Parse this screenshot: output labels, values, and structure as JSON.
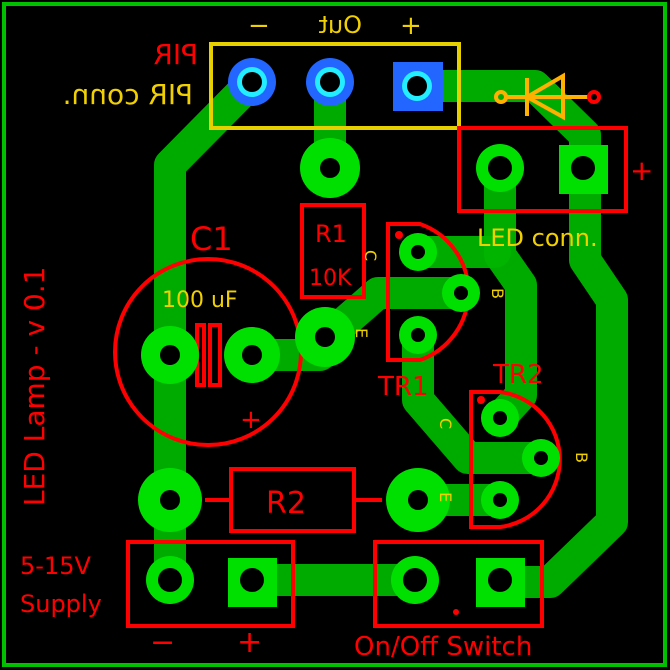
{
  "board": {
    "title": "LED Lamp - v 0.1",
    "colors": {
      "background": "#000000",
      "outline": "#00c000",
      "copper": "#00b400",
      "pad": "#00e000",
      "silkscreen": "#ff0000",
      "silkscreen_bottom": "#f0d000",
      "pir_pad": "#2266ff"
    }
  },
  "components": {
    "pir": {
      "label": "PIR conn.",
      "label_red": "PIR",
      "out_label": "Out",
      "minus": "−",
      "plus": "+"
    },
    "led": {
      "label": "LED conn.",
      "plus": "+"
    },
    "c1": {
      "ref": "C1",
      "value": "100 uF",
      "plus": "+"
    },
    "r1": {
      "ref": "R1",
      "value": "10K"
    },
    "r2": {
      "ref": "R2"
    },
    "tr1": {
      "ref": "TR1",
      "c": "C",
      "b": "B",
      "e": "E"
    },
    "tr2": {
      "ref": "TR2",
      "c": "C",
      "b": "B",
      "e": "E"
    },
    "supply": {
      "label_line1": "5-15V",
      "label_line2": "Supply",
      "minus": "−",
      "plus": "+"
    },
    "switch": {
      "label": "On/Off Switch"
    }
  }
}
